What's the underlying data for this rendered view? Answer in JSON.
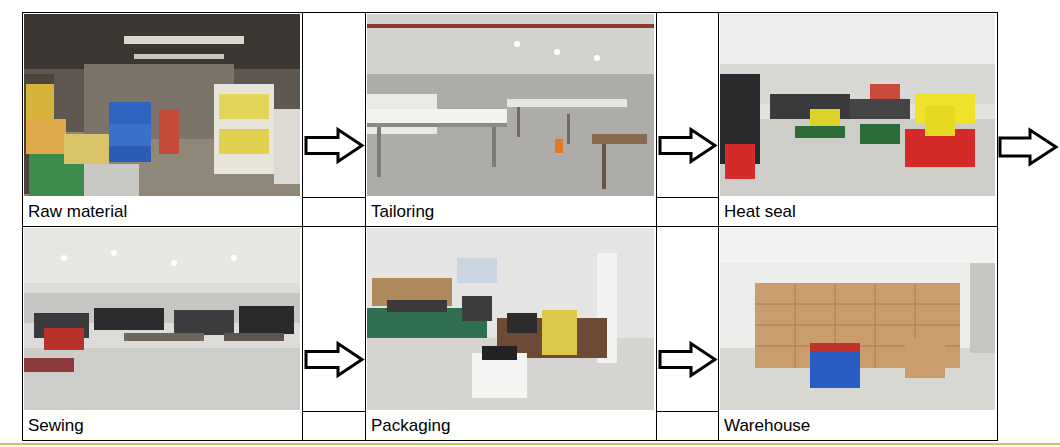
{
  "diagram": {
    "nodes": [
      {
        "text": [
          "Raw material"
        ]
      },
      {
        "text": [
          "Tailoring"
        ]
      },
      {
        "text": [
          "Heat seal"
        ]
      },
      {
        "text": [
          "Sewing"
        ]
      },
      {
        "text": [
          "Packaging"
        ]
      },
      {
        "text": [
          "Warehouse"
        ]
      }
    ],
    "edges": [
      {
        "from": 0,
        "to": 1,
        "arrow": "to"
      },
      {
        "from": 1,
        "to": 2,
        "arrow": "to"
      },
      {
        "from": 3,
        "to": 4,
        "arrow": "to"
      },
      {
        "from": 4,
        "to": 5,
        "arrow": "to"
      }
    ]
  }
}
